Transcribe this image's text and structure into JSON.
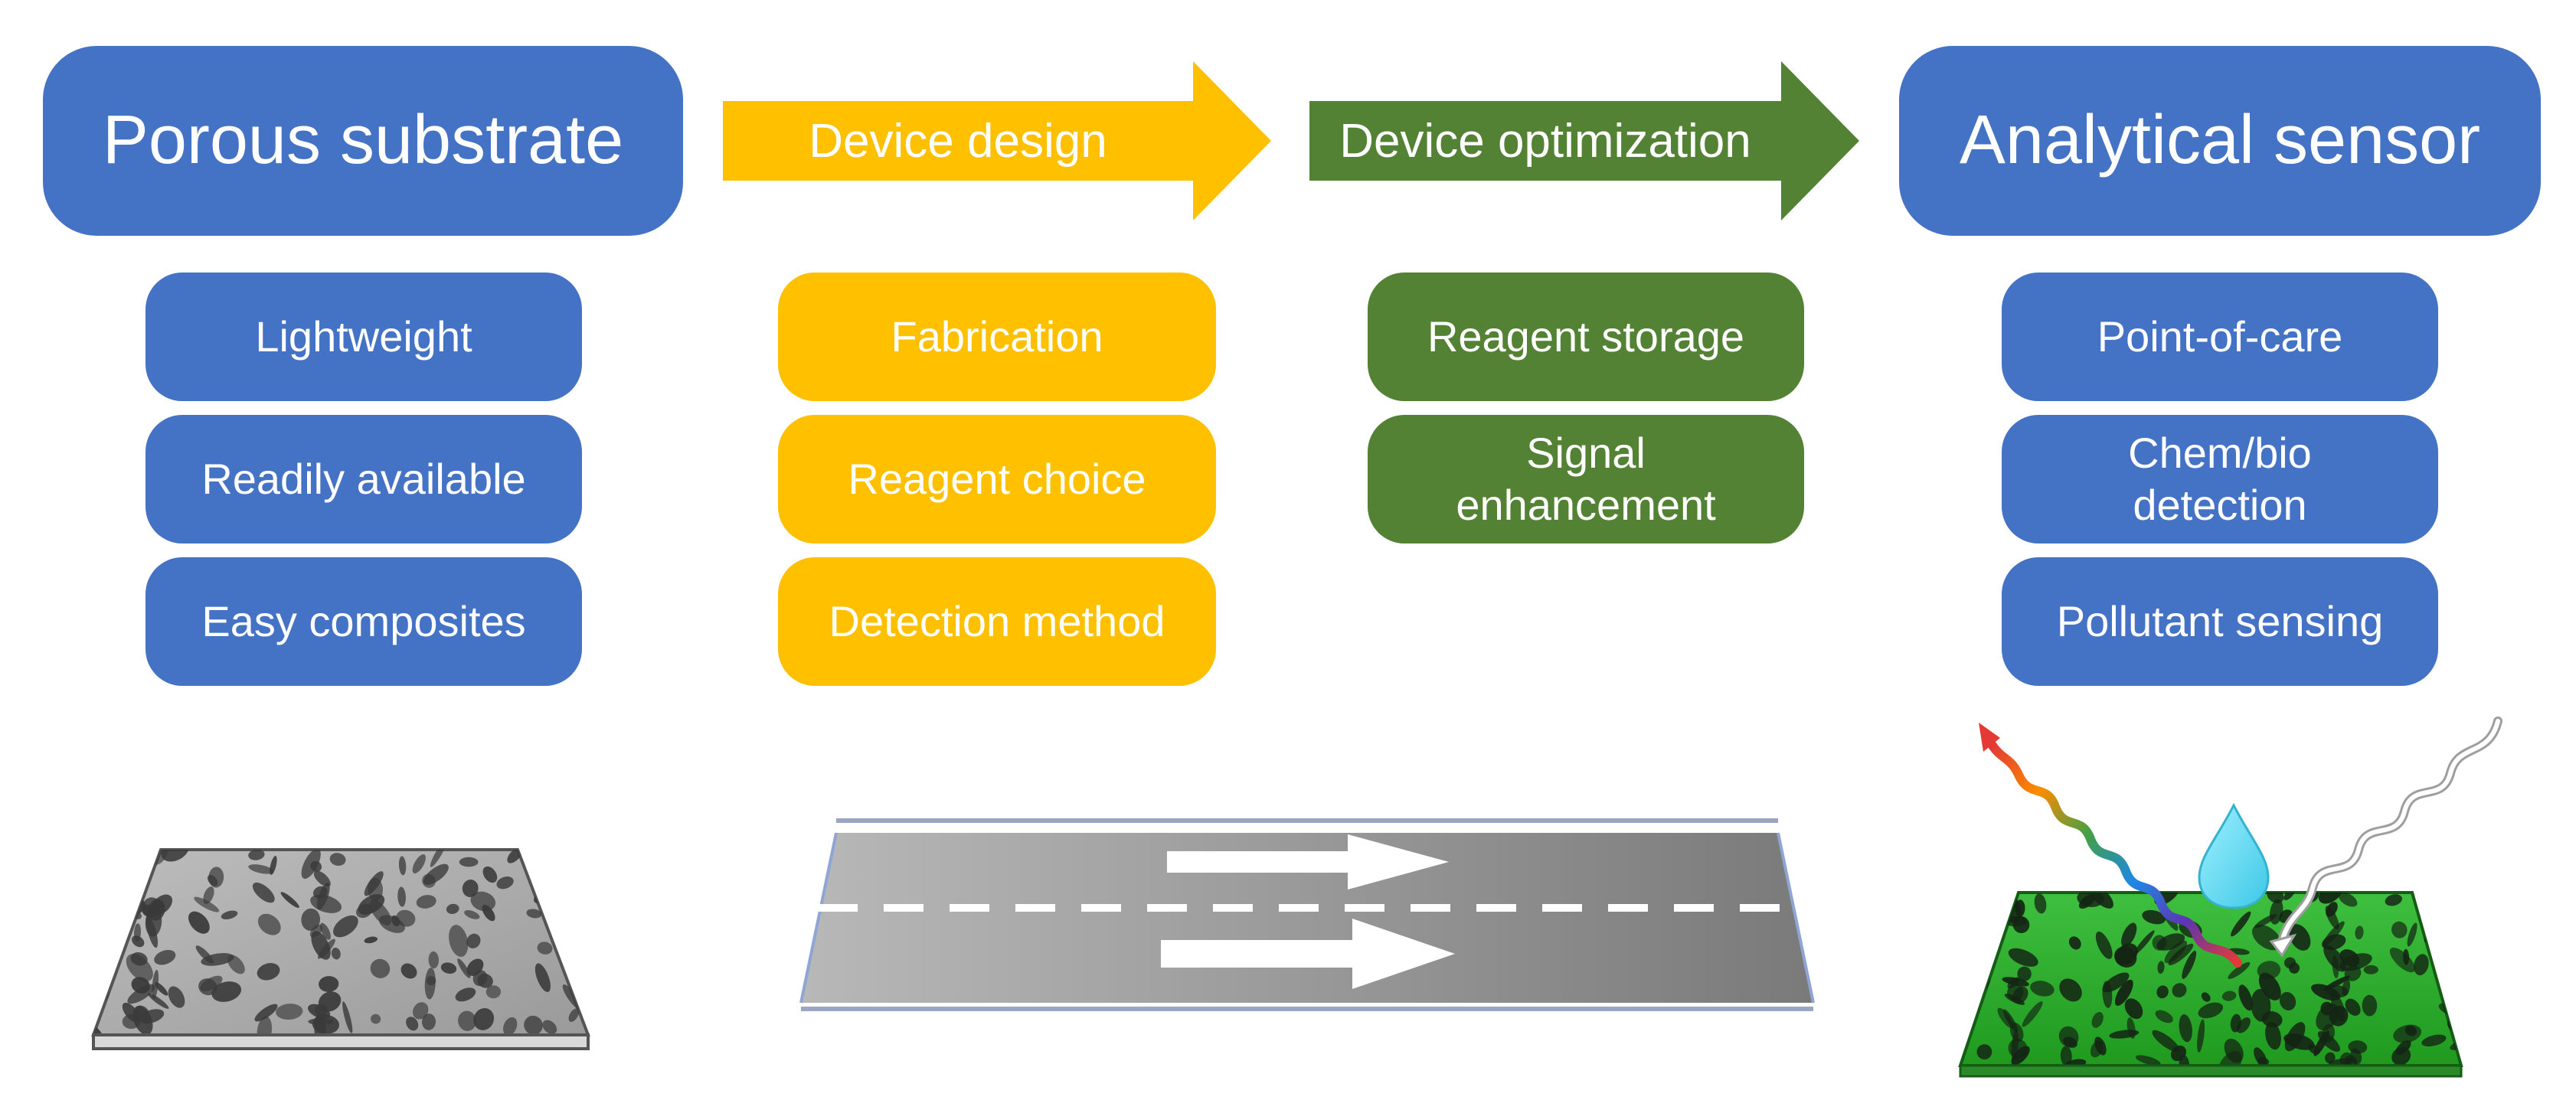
{
  "stages": [
    {
      "id": "porous-substrate",
      "title": "Porous substrate",
      "color": "#4472c4",
      "items": [
        "Lightweight",
        "Readily available",
        "Easy composites"
      ]
    },
    {
      "id": "device-design",
      "title": "Device design",
      "color": "#ffc000",
      "items": [
        "Fabrication",
        "Reagent choice",
        "Detection method"
      ]
    },
    {
      "id": "device-optimization",
      "title": "Device optimization",
      "color": "#548235",
      "items": [
        "Reagent storage",
        "Signal enhancement"
      ]
    },
    {
      "id": "analytical-sensor",
      "title": "Analytical sensor",
      "color": "#4472c4",
      "items": [
        "Point-of-care",
        "Chem/bio detection",
        "Pollutant sensing"
      ]
    }
  ],
  "illustrations": [
    "porous-sheet-icon",
    "road-icon",
    "sensor-sheet-icon"
  ]
}
